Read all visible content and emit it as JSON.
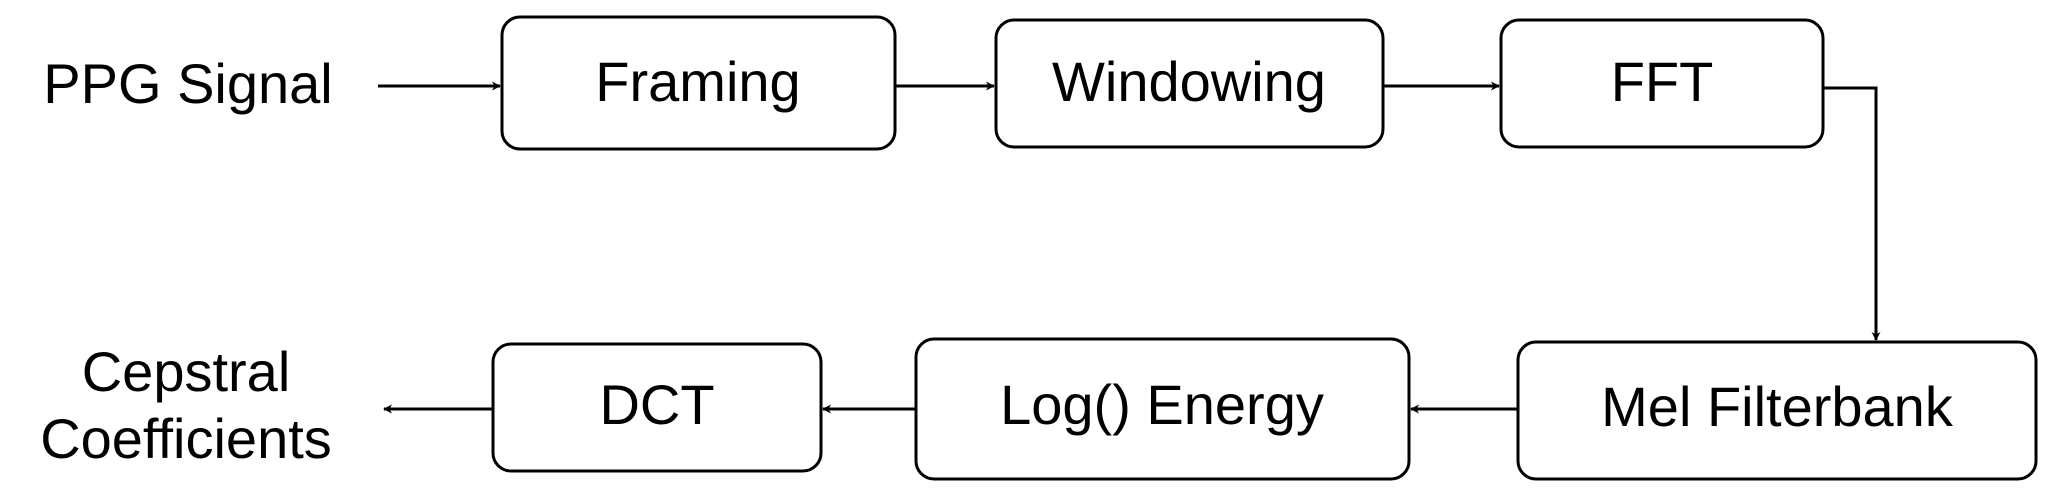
{
  "diagram": {
    "input_label": "PPG Signal",
    "output_label_line1": "Cepstral",
    "output_label_line2": "Coefficients",
    "nodes": {
      "framing": "Framing",
      "windowing": "Windowing",
      "fft": "FFT",
      "mel_filterbank": "Mel Filterbank",
      "log_energy": "Log() Energy",
      "dct": "DCT"
    }
  }
}
